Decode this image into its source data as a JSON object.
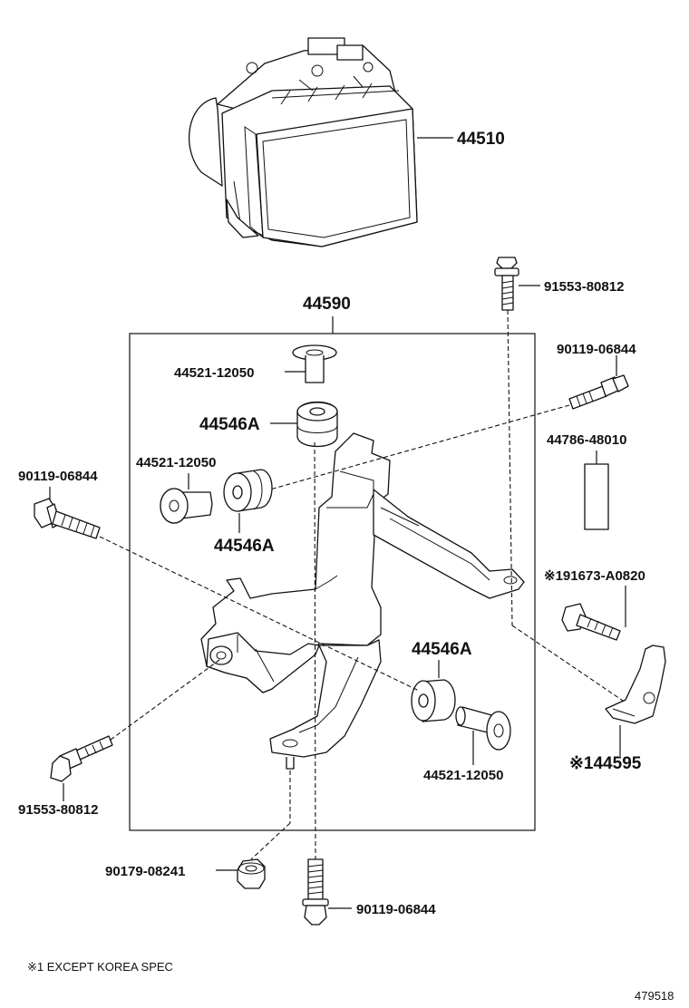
{
  "labels": {
    "p44510": "44510",
    "p44590": "44590",
    "p91553_top": "91553-80812",
    "p90119_upper_right": "90119-06844",
    "p44521_top": "44521-12050",
    "p44546A_top": "44546A",
    "p44786": "44786-48010",
    "p44521_mid": "44521-12050",
    "p90119_left": "90119-06844",
    "p44546A_mid": "44546A",
    "p91673": "※191673-A0820",
    "p44546A_right": "44546A",
    "p44595": "※144595",
    "p44521_bottom": "44521-12050",
    "p91553_bottom": "91553-80812",
    "p90179": "90179-08241",
    "p90119_bottom": "90119-06844"
  },
  "footnote": "※1 EXCEPT KOREA SPEC",
  "figure_id": "479518"
}
